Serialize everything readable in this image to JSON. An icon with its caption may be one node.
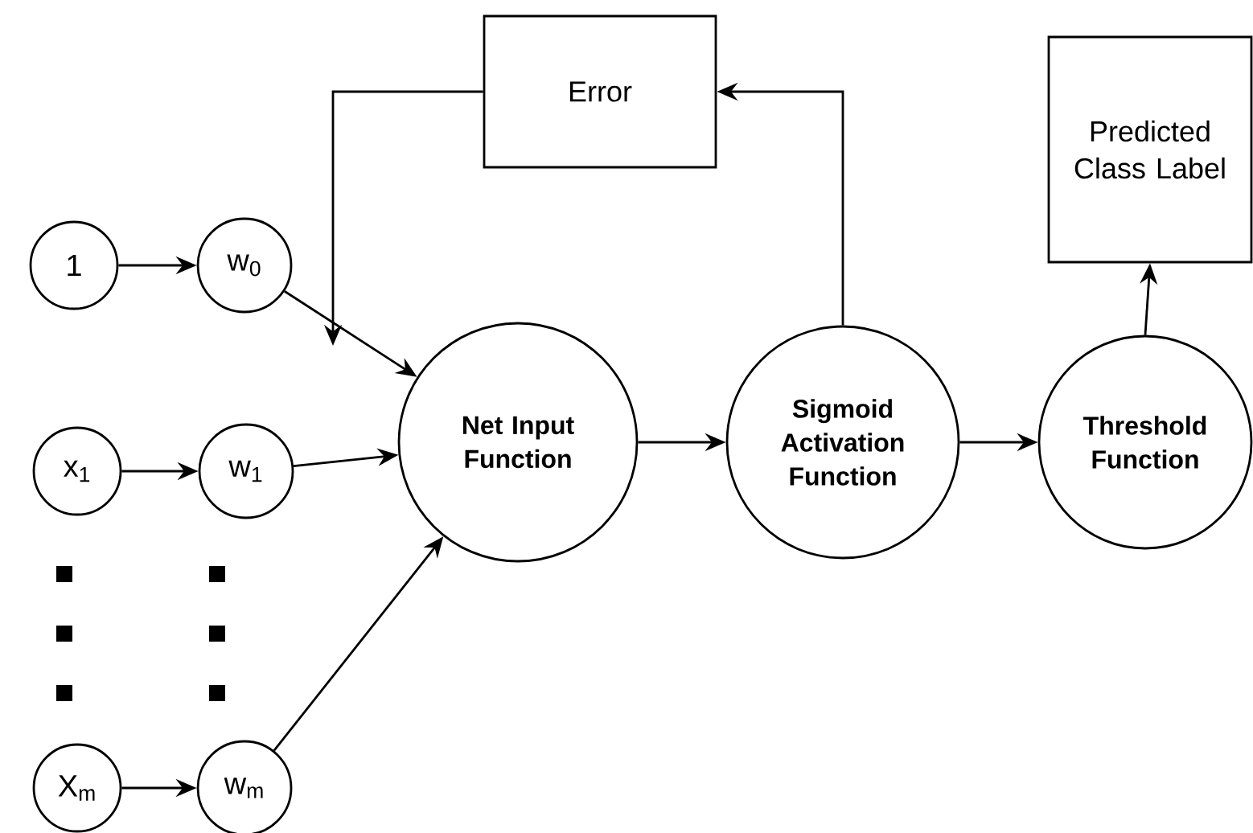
{
  "diagram": {
    "nodes": [
      {
        "text": [
          "1"
        ]
      },
      {
        "text": [
          "w$_{0}$"
        ]
      },
      {
        "text": [
          "x$_{1}$"
        ]
      },
      {
        "text": [
          "w$_{1}$"
        ]
      },
      {
        "text": [
          "X$_{m}$"
        ]
      },
      {
        "text": [
          "w$_{m}$"
        ]
      },
      {
        "text": [
          "Error"
        ]
      },
      {
        "text": [
          "Net Input Function"
        ]
      },
      {
        "text": [
          "Sigmoid Activation Function"
        ]
      },
      {
        "text": [
          "Threshold Function"
        ]
      },
      {
        "text": [
          "Predicted Class Label"
        ]
      }
    ],
    "edges": [
      {
        "from": 0,
        "to": 1,
        "arrow": "to"
      },
      {
        "from": 2,
        "to": 3,
        "arrow": "to"
      },
      {
        "from": 4,
        "to": 5,
        "arrow": "to"
      },
      {
        "from": 1,
        "to": 7,
        "arrow": "to"
      },
      {
        "from": 3,
        "to": 7,
        "arrow": "to"
      },
      {
        "from": 5,
        "to": 7,
        "arrow": "to"
      },
      {
        "from": 7,
        "to": 8,
        "arrow": "to"
      },
      {
        "from": 8,
        "to": 9,
        "arrow": "to"
      },
      {
        "from": 9,
        "to": 10,
        "arrow": "to"
      },
      {
        "from": 8,
        "to": 6,
        "arrow": "to"
      },
      {
        "from": 6,
        "to": null,
        "arrow": "to"
      }
    ]
  }
}
